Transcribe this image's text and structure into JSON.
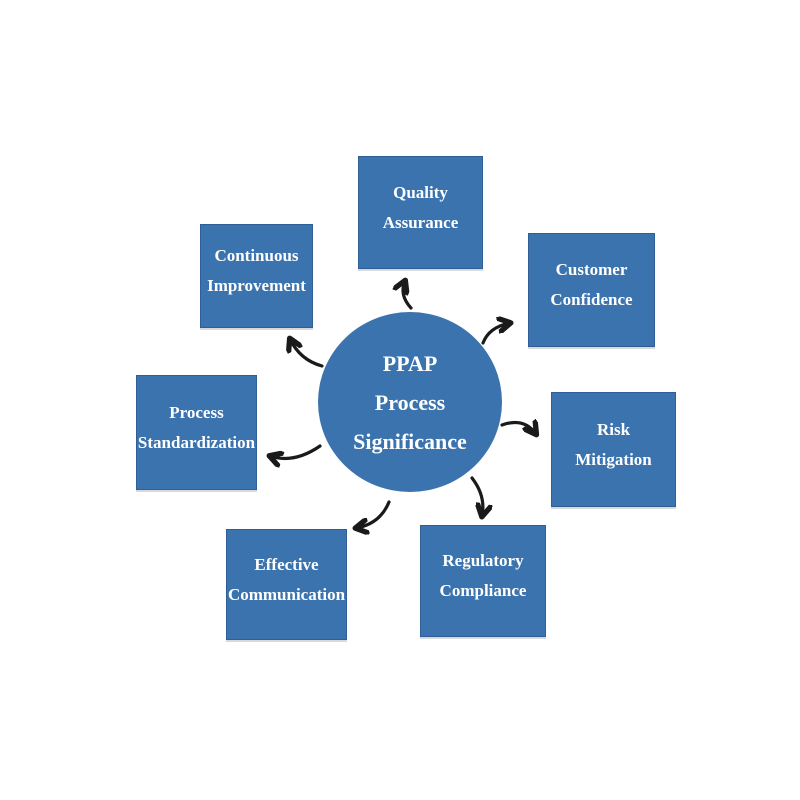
{
  "diagram": {
    "title": "PPAP Process Significance diagram",
    "center_node": {
      "id": "ppap-process-significance",
      "line1": "PPAP",
      "line2": "Process",
      "line3": "Significance"
    },
    "nodes": [
      {
        "id": "quality-assurance",
        "line1": "Quality",
        "line2": "Assurance",
        "position": "top"
      },
      {
        "id": "continuous-improvement",
        "line1": "Continuous",
        "line2": "Improvement",
        "position": "top-left"
      },
      {
        "id": "customer-confidence",
        "line1": "Customer",
        "line2": "Confidence",
        "position": "top-right"
      },
      {
        "id": "process-standardization",
        "line1": "Process",
        "line2": "Standardization",
        "position": "left"
      },
      {
        "id": "risk-mitigation",
        "line1": "Risk",
        "line2": "Mitigation",
        "position": "right"
      },
      {
        "id": "effective-communication",
        "line1": "Effective",
        "line2": "Communication",
        "position": "bottom-left"
      },
      {
        "id": "regulatory-compliance",
        "line1": "Regulatory",
        "line2": "Compliance",
        "position": "bottom"
      }
    ],
    "arrows": [
      {
        "from": "center",
        "to": "quality-assurance"
      },
      {
        "from": "center",
        "to": "continuous-improvement"
      },
      {
        "from": "center",
        "to": "customer-confidence"
      },
      {
        "from": "center",
        "to": "process-standardization"
      },
      {
        "from": "center",
        "to": "risk-mitigation"
      },
      {
        "from": "center",
        "to": "effective-communication"
      },
      {
        "from": "center",
        "to": "regulatory-compliance"
      }
    ],
    "colors": {
      "node_fill": "#3b73ae",
      "node_border": "#2e5e95",
      "text": "#ffffff",
      "arrow": "#1a1a1a",
      "background": "#ffffff"
    }
  }
}
